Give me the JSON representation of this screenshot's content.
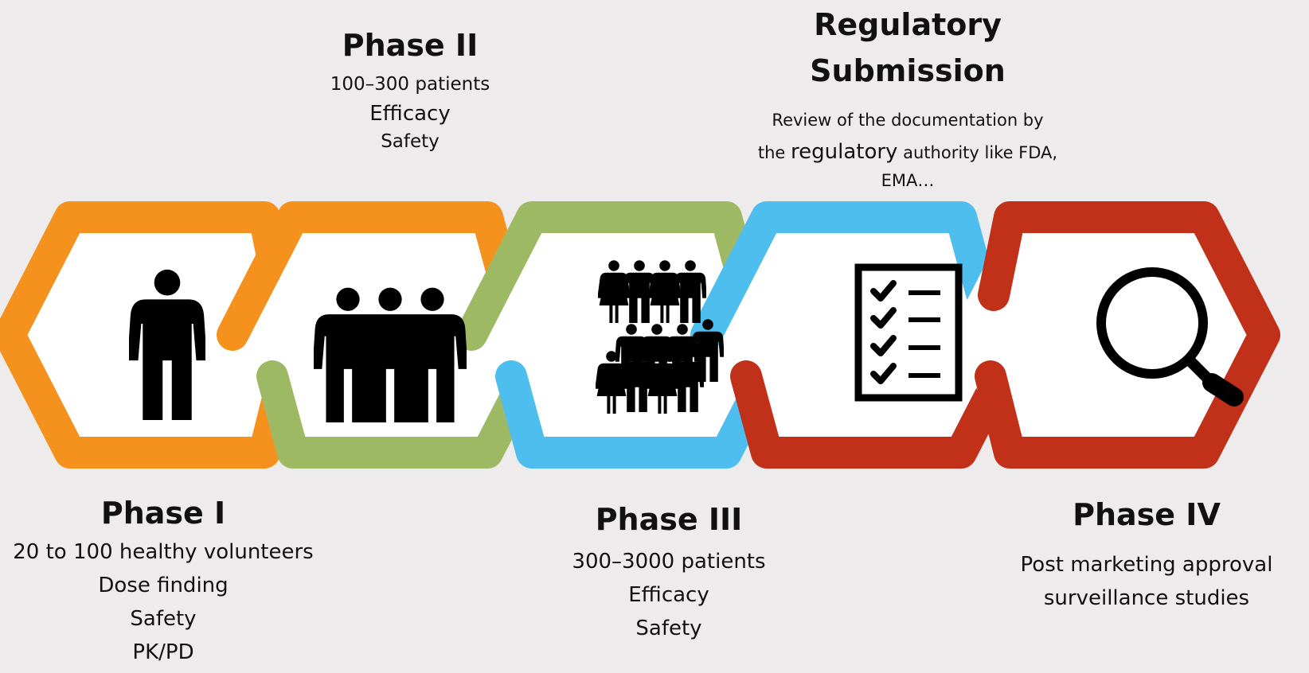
{
  "colors": {
    "background": "#eeebec",
    "orange": "#f5921e",
    "green": "#9eb964",
    "blue": "#4dbeed",
    "red": "#c1311a",
    "inner": "#ffffff",
    "icon": "#000000"
  },
  "phases": [
    {
      "title": "Phase I",
      "lines": [
        "20 to 100 healthy volunteers",
        "Dose finding",
        "Safety",
        "PK/PD"
      ],
      "icon": "person-icon"
    },
    {
      "title": "Phase II",
      "lines": [
        "100–300 patients",
        "Efficacy",
        "Safety"
      ],
      "icon": "group-of-three-icon"
    },
    {
      "title": "Phase III",
      "lines": [
        "300–3000 patients",
        "Efficacy",
        "Safety"
      ],
      "icon": "crowd-icon"
    },
    {
      "title": "Regulatory Submission",
      "title_lines": [
        "Regulatory",
        "Submission"
      ],
      "line1": "Review of the documentation by",
      "line2_pre": "the ",
      "line2_emph": "regulatory",
      "line2_post": " authority like FDA,",
      "line3": "EMA…",
      "icon": "checklist-icon"
    },
    {
      "title": "Phase IV",
      "lines": [
        "Post marketing approval",
        "surveillance studies"
      ],
      "icon": "magnifier-icon"
    }
  ]
}
